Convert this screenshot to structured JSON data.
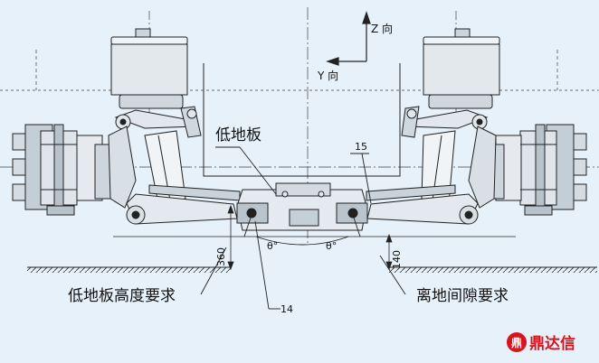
{
  "labels": {
    "z_axis": "Z 向",
    "y_axis": "Y 向",
    "low_floor": "低地板",
    "callout_15": "15",
    "callout_14": "14",
    "theta_left": "θ°",
    "theta_right": "θ°",
    "dim_360": "360",
    "dim_140": "140",
    "low_floor_height_req": "低地板高度要求",
    "ground_clearance_req": "离地间隙要求"
  },
  "logo": {
    "text": "鼎达信",
    "mark": "鼎",
    "color": "#d8141f"
  }
}
